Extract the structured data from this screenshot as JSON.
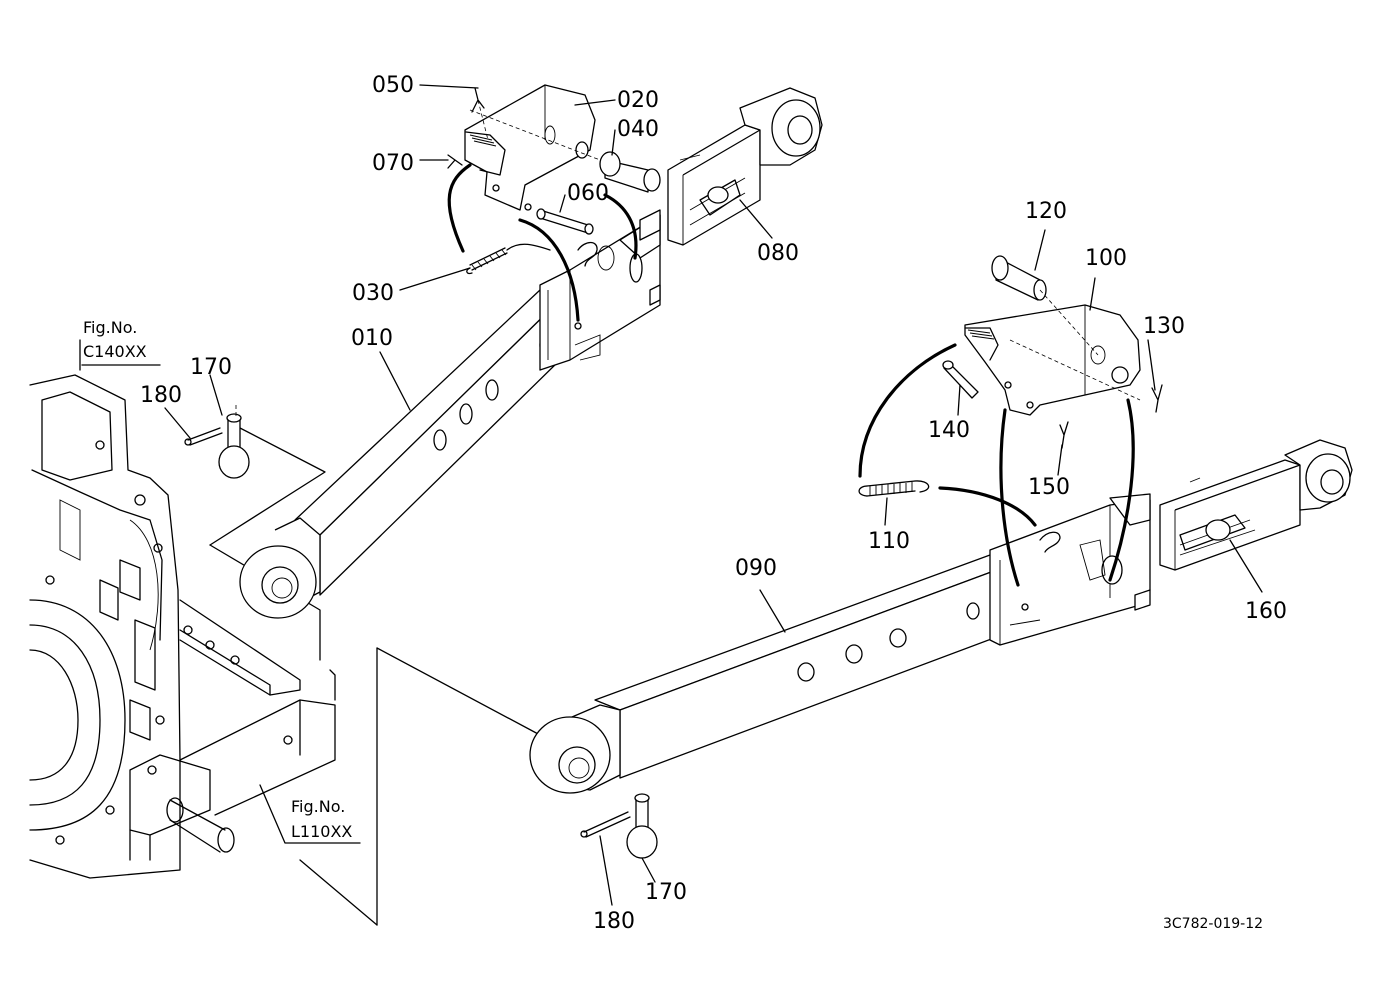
{
  "parts": [
    {
      "id": "p050",
      "label": "050"
    },
    {
      "id": "p020",
      "label": "020"
    },
    {
      "id": "p040",
      "label": "040"
    },
    {
      "id": "p070",
      "label": "070"
    },
    {
      "id": "p060",
      "label": "060"
    },
    {
      "id": "p080",
      "label": "080"
    },
    {
      "id": "p030",
      "label": "030"
    },
    {
      "id": "p010",
      "label": "010"
    },
    {
      "id": "p120",
      "label": "120"
    },
    {
      "id": "p100",
      "label": "100"
    },
    {
      "id": "p130",
      "label": "130"
    },
    {
      "id": "p140",
      "label": "140"
    },
    {
      "id": "p150",
      "label": "150"
    },
    {
      "id": "p110",
      "label": "110"
    },
    {
      "id": "p160",
      "label": "160"
    },
    {
      "id": "p090",
      "label": "090"
    },
    {
      "id": "p170a",
      "label": "170"
    },
    {
      "id": "p180a",
      "label": "180"
    },
    {
      "id": "p170b",
      "label": "170"
    },
    {
      "id": "p180b",
      "label": "180"
    }
  ],
  "refs": {
    "ref1_title": "Fig.No.",
    "ref1_code": "C140XX",
    "ref2_title": "Fig.No.",
    "ref2_code": "L110XX"
  },
  "diagram_code": "3C782-019-12"
}
